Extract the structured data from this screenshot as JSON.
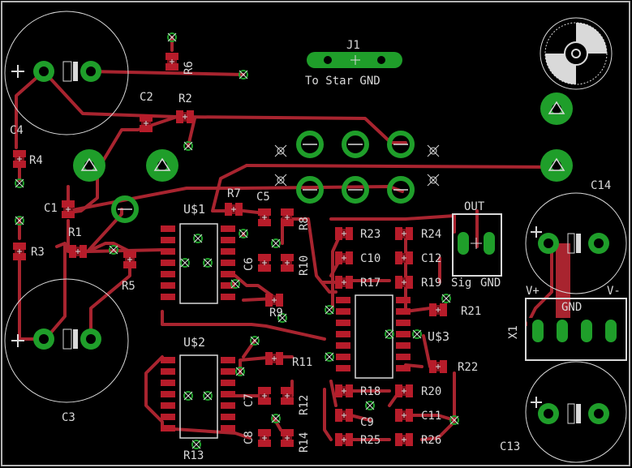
{
  "board": {
    "colors": {
      "background": "#000000",
      "outline": "#b4b4b4",
      "trace": "#a8242f",
      "pad": "#1f9e2a",
      "smd_pad": "#b71c2a",
      "silk": "#d9d9d9",
      "via": "#b4b4b4"
    },
    "labels": {
      "J1": "J1",
      "J1_desc": "To Star GND",
      "C4": "C4",
      "R4": "R4",
      "R6": "R6",
      "C2": "C2",
      "R2": "R2",
      "C1": "C1",
      "R1": "R1",
      "R3": "R3",
      "R5": "R5",
      "C3": "C3",
      "R7": "R7",
      "C5": "C5",
      "R8": "R8",
      "U1": "U$1",
      "C6": "C6",
      "R10": "R10",
      "R9": "R9",
      "U2": "U$2",
      "R11": "R11",
      "C7": "C7",
      "R12": "R12",
      "C8": "C8",
      "R14": "R14",
      "R13": "R13",
      "R23": "R23",
      "R24": "R24",
      "C10": "C10",
      "C12": "C12",
      "R17": "R17",
      "R19": "R19",
      "U3": "U$3",
      "R21": "R21",
      "R22": "R22",
      "R18": "R18",
      "R20": "R20",
      "C9": "C9",
      "C11": "C11",
      "R25": "R25",
      "R26": "R26",
      "OUT": "OUT",
      "Sig": "Sig",
      "GND_out": "GND",
      "C14": "C14",
      "C13": "C13",
      "X1": "X1",
      "Vplus": "V+",
      "Vminus": "V-",
      "GND_x1": "GND"
    }
  }
}
